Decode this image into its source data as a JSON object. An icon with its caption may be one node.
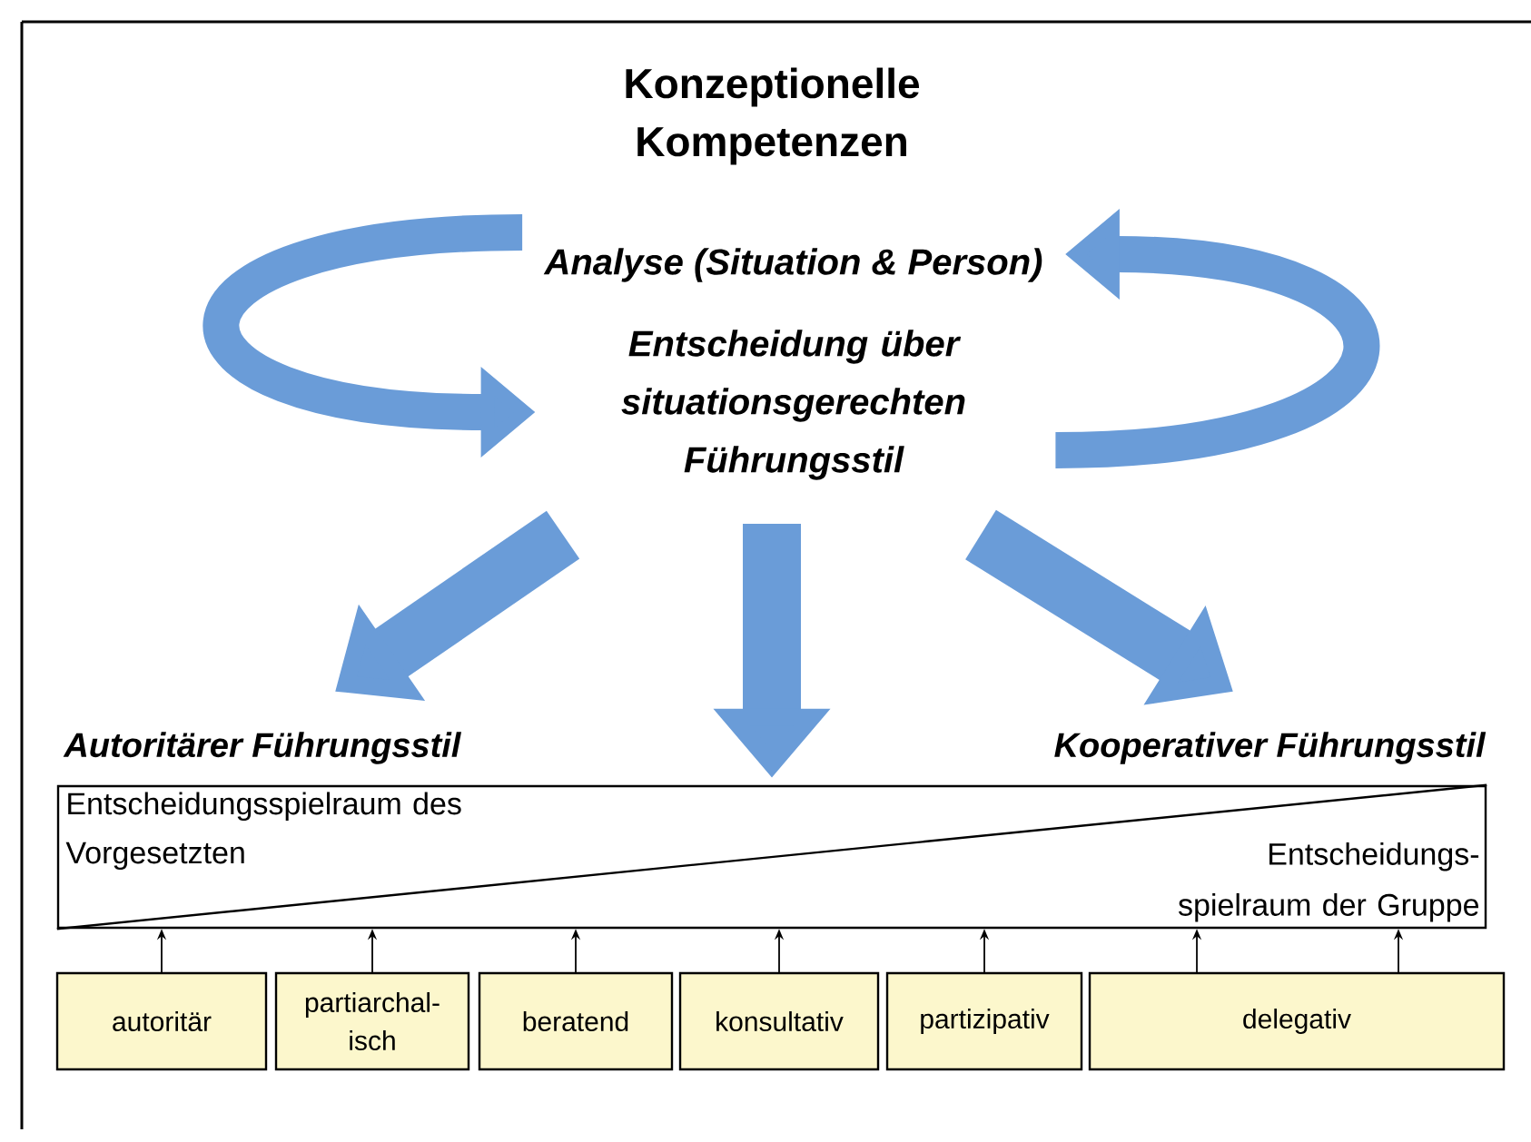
{
  "diagram": {
    "title": "Konzeptionelle Kompetenzen",
    "nodes": [
      {
        "text": [
          "Analyse (Situation & Person)"
        ]
      },
      {
        "text": [
          "Entscheidung über situationsgerechten Führungsstil"
        ]
      },
      {
        "text": [
          "Autoritärer Führungsstil"
        ]
      },
      {
        "text": [
          "Kooperativer Führungsstil"
        ]
      },
      {
        "text": [
          "Entscheidungsspielraum des Vorgesetzten",
          "Entscheidungs- spielraum der Gruppe"
        ]
      },
      {
        "text": [
          "autoritär"
        ]
      },
      {
        "text": [
          "partiarchal- isch"
        ]
      },
      {
        "text": [
          "beratend"
        ]
      },
      {
        "text": [
          "konsultativ"
        ]
      },
      {
        "text": [
          "partizipativ"
        ]
      },
      {
        "text": [
          "delegativ"
        ]
      }
    ],
    "edges": [
      {
        "from": 0,
        "to": 1,
        "arrow": "to",
        "style": "thick",
        "color": "#6a9cd8"
      },
      {
        "from": 1,
        "to": 0,
        "arrow": "to",
        "style": "thick",
        "color": "#6a9cd8"
      },
      {
        "from": 1,
        "to": 2,
        "arrow": "to",
        "style": "thick",
        "color": "#6a9cd8"
      },
      {
        "from": 1,
        "to": 4,
        "arrow": "to",
        "style": "thick",
        "color": "#6a9cd8"
      },
      {
        "from": 1,
        "to": 3,
        "arrow": "to",
        "style": "thick",
        "color": "#6a9cd8"
      },
      {
        "from": 5,
        "to": 4,
        "arrow": "to"
      },
      {
        "from": 6,
        "to": 4,
        "arrow": "to"
      },
      {
        "from": 7,
        "to": 4,
        "arrow": "to"
      },
      {
        "from": 8,
        "to": 4,
        "arrow": "to"
      },
      {
        "from": 9,
        "to": 4,
        "arrow": "to"
      },
      {
        "from": 10,
        "to": 4,
        "arrow": "to"
      },
      {
        "from": 10,
        "to": 4,
        "arrow": "to"
      }
    ]
  }
}
